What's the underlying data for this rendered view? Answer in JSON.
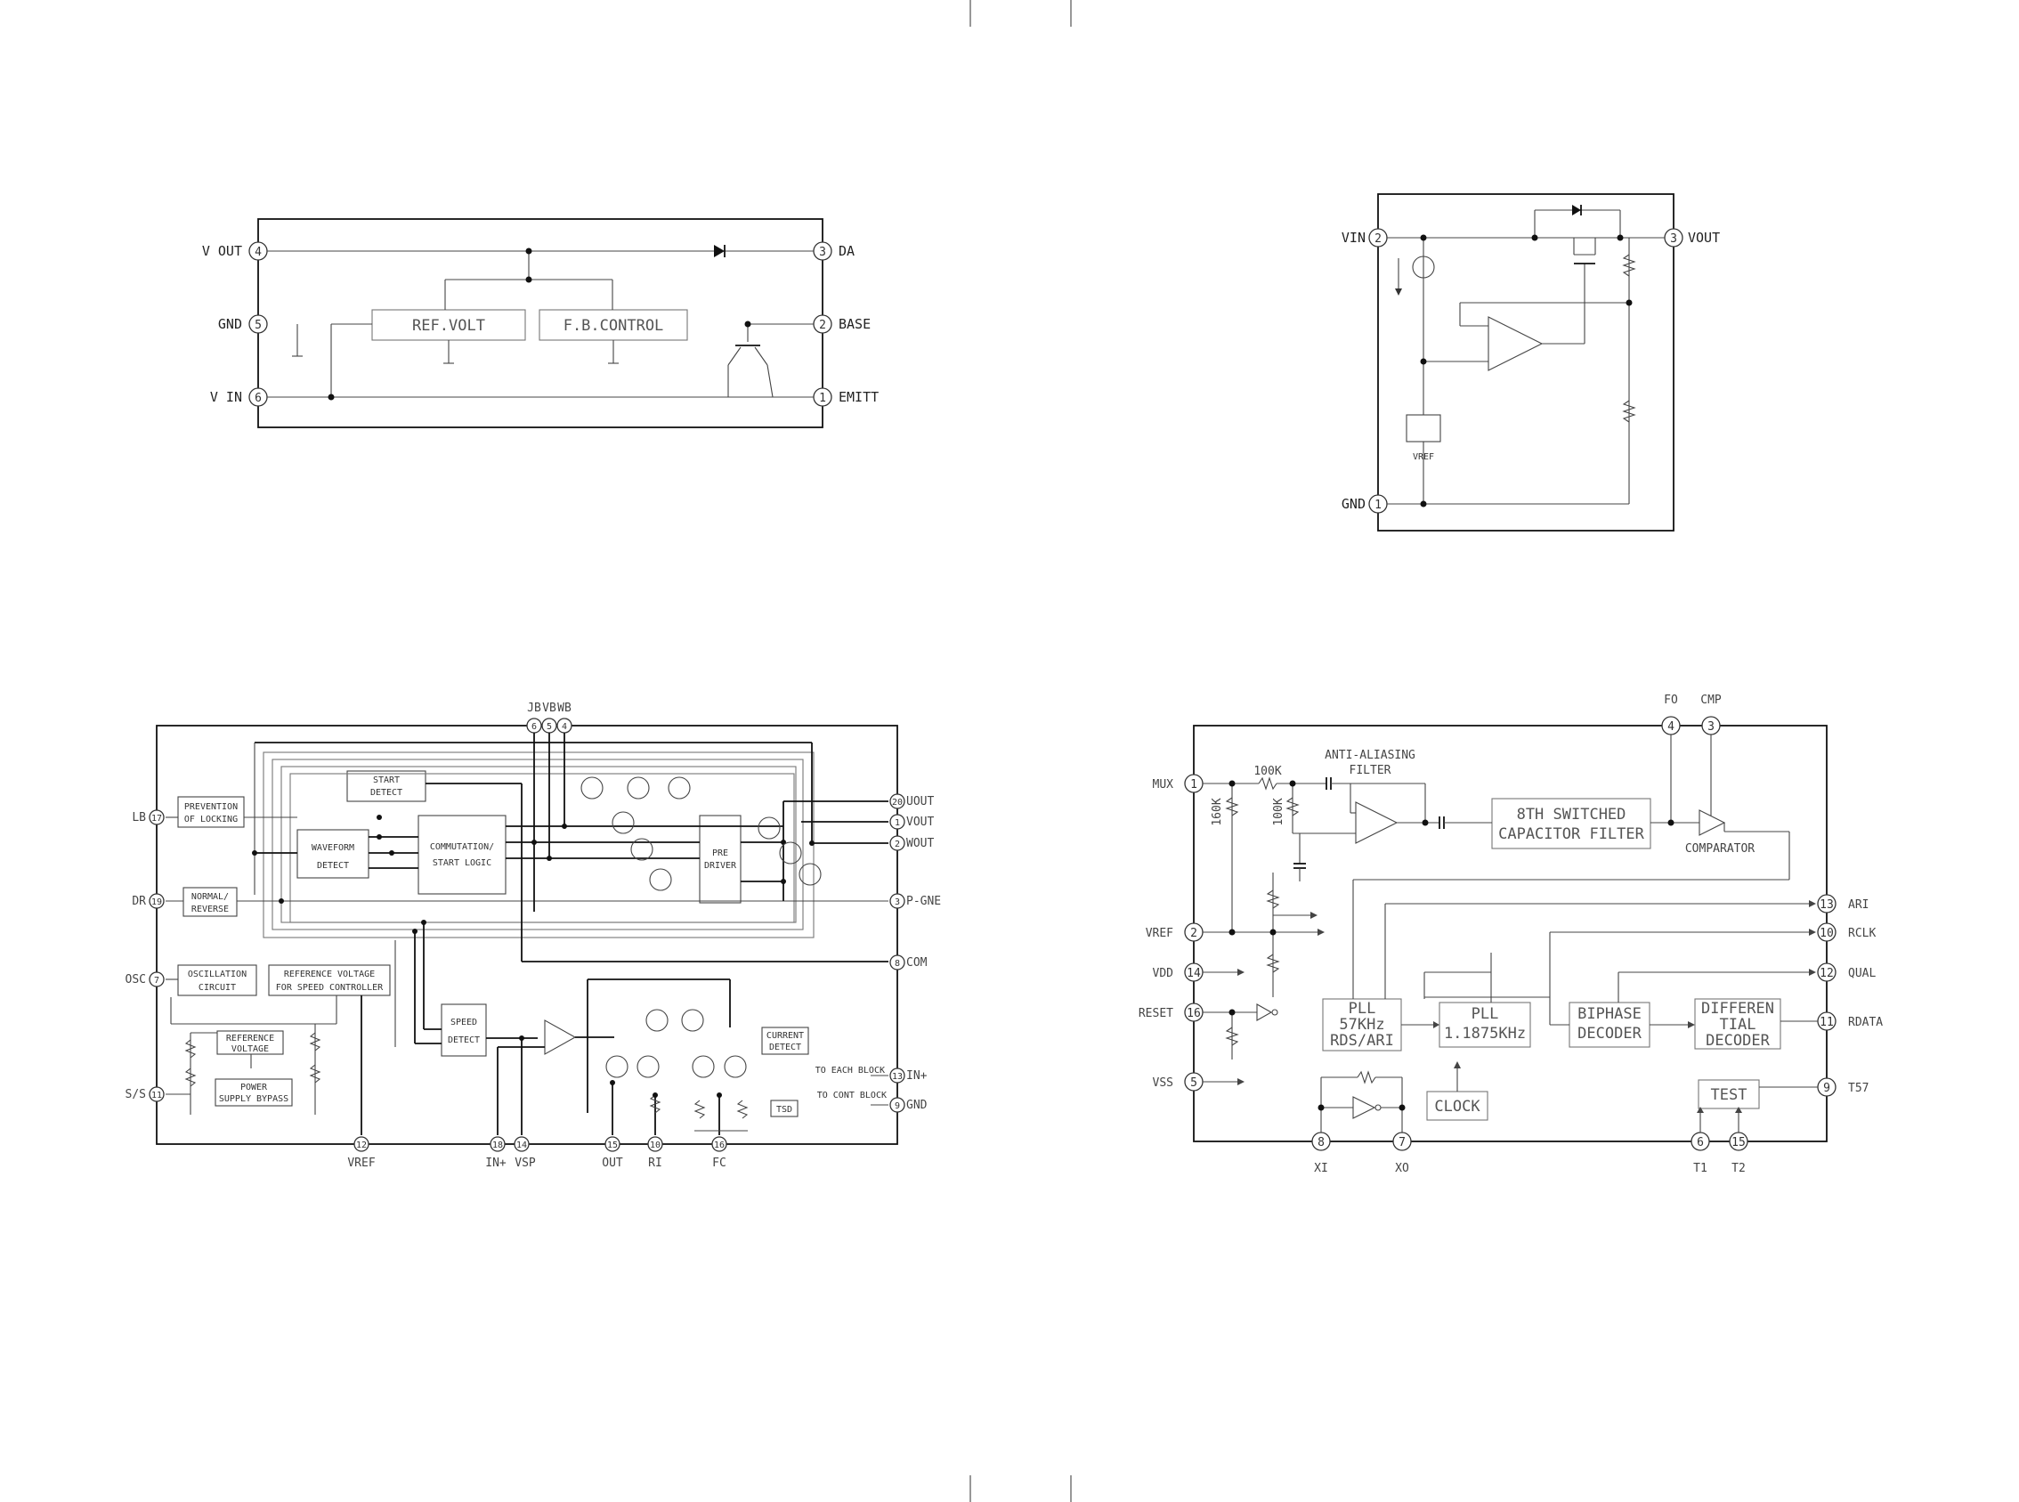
{
  "diagram1": {
    "pins": {
      "vout": {
        "num": "4",
        "label": "V OUT"
      },
      "gnd": {
        "num": "5",
        "label": "GND"
      },
      "vin": {
        "num": "6",
        "label": "V IN"
      },
      "da": {
        "num": "3",
        "label": "DA"
      },
      "base": {
        "num": "2",
        "label": "BASE"
      },
      "emitt": {
        "num": "1",
        "label": "EMITT"
      }
    },
    "blocks": {
      "ref_volt": "REF.VOLT",
      "fb_control": "F.B.CONTROL"
    }
  },
  "diagram2": {
    "pins": {
      "vin": {
        "num": "2",
        "label": "VIN"
      },
      "gnd": {
        "num": "1",
        "label": "GND"
      },
      "vout": {
        "num": "3",
        "label": "VOUT"
      }
    },
    "blocks": {
      "vref": "VREF"
    }
  },
  "diagram3": {
    "top_pins": [
      {
        "num": "6",
        "label": "JB"
      },
      {
        "num": "5",
        "label": "VB"
      },
      {
        "num": "4",
        "label": "WB"
      }
    ],
    "left_pins": [
      {
        "num": "17",
        "label": "LB"
      },
      {
        "num": "19",
        "label": "DR"
      },
      {
        "num": "7",
        "label": "OSC"
      },
      {
        "num": "11",
        "label": "S/S"
      }
    ],
    "right_pins": [
      {
        "num": "20",
        "label": "UOUT"
      },
      {
        "num": "1",
        "label": "VOUT"
      },
      {
        "num": "2",
        "label": "WOUT"
      },
      {
        "num": "3",
        "label": "P-GNE"
      },
      {
        "num": "8",
        "label": "COM"
      },
      {
        "num": "13",
        "label": "IN+"
      },
      {
        "num": "9",
        "label": "GND"
      }
    ],
    "bottom_pins": [
      {
        "num": "12",
        "label": "VREF"
      },
      {
        "num": "18",
        "label": "IN+"
      },
      {
        "num": "14",
        "label": "VSP"
      },
      {
        "num": "15",
        "label": "OUT"
      },
      {
        "num": "10",
        "label": "RI"
      },
      {
        "num": "16",
        "label": "FC"
      }
    ],
    "blocks": {
      "prevention": [
        "PREVENTION",
        "OF LOCKING"
      ],
      "normal": [
        "NORMAL/",
        "REVERSE"
      ],
      "oscillation": [
        "OSCILLATION",
        "CIRCUIT"
      ],
      "ref_speed": [
        "REFERENCE VOLTAGE",
        "FOR SPEED CONTROLLER"
      ],
      "ref_voltage": [
        "REFERENCE",
        "VOLTAGE"
      ],
      "power_bypass": [
        "POWER",
        "SUPPLY BYPASS"
      ],
      "start_detect": [
        "START",
        "DETECT"
      ],
      "waveform": [
        "WAVEFORM",
        "DETECT"
      ],
      "commutation": [
        "COMMUTATION/",
        "START LOGIC"
      ],
      "pre_driver": [
        "PRE",
        "DRIVER"
      ],
      "speed_detect": [
        "SPEED",
        "DETECT"
      ],
      "current_detect": [
        "CURRENT",
        "DETECT"
      ],
      "tsd": "TSD"
    },
    "notes": {
      "each_block": "TO EACH BLOCK",
      "cont_block": "TO CONT BLOCK"
    }
  },
  "diagram4": {
    "top_pins": [
      {
        "num": "4",
        "label": "FO"
      },
      {
        "num": "3",
        "label": "CMP"
      }
    ],
    "left_pins": [
      {
        "num": "1",
        "label": "MUX"
      },
      {
        "num": "2",
        "label": "VREF"
      },
      {
        "num": "14",
        "label": "VDD"
      },
      {
        "num": "16",
        "label": "RESET"
      },
      {
        "num": "5",
        "label": "VSS"
      }
    ],
    "right_pins": [
      {
        "num": "13",
        "label": "ARI"
      },
      {
        "num": "10",
        "label": "RCLK"
      },
      {
        "num": "12",
        "label": "QUAL"
      },
      {
        "num": "11",
        "label": "RDATA"
      },
      {
        "num": "9",
        "label": "T57"
      }
    ],
    "bottom_pins": [
      {
        "num": "8",
        "label": "XI"
      },
      {
        "num": "7",
        "label": "XO"
      },
      {
        "num": "6",
        "label": "T1"
      },
      {
        "num": "15",
        "label": "T2"
      }
    ],
    "components": {
      "r1": "100K",
      "r2": "100K",
      "r3": "160K"
    },
    "blocks": {
      "anti_aliasing": [
        "ANTI-ALIASING",
        "FILTER"
      ],
      "switched_cap": [
        "8TH SWITCHED",
        "CAPACITOR FILTER"
      ],
      "comparator": "COMPARATOR",
      "pll57": [
        "PLL",
        "57KHz",
        "RDS/ARI"
      ],
      "pll1": [
        "PLL",
        "1.1875KHz"
      ],
      "biphase": [
        "BIPHASE",
        "DECODER"
      ],
      "differential": [
        "DIFFEREN",
        "TIAL",
        "DECODER"
      ],
      "clock": "CLOCK",
      "test": "TEST"
    }
  }
}
